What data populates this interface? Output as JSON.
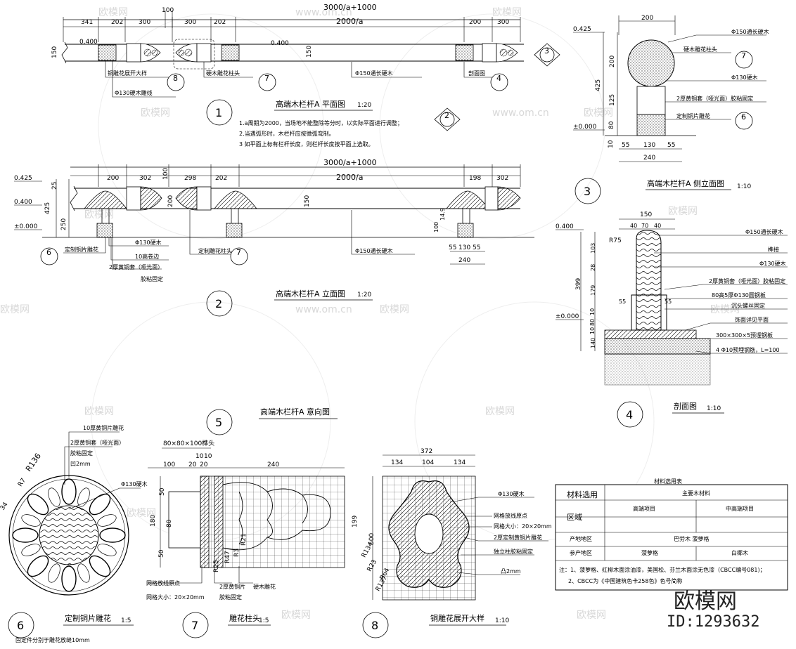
{
  "watermarks": {
    "site": "欧模网",
    "url": "www.om.cn"
  },
  "brand": {
    "logo": "欧模网",
    "id": "ID:1293632"
  },
  "view1": {
    "title": "高端木栏杆A 平面图",
    "scale": "1:20",
    "number": "1",
    "dim_top_total": "3000/a+1000",
    "dim_100": "100",
    "dims_left": [
      "341",
      "202",
      "300"
    ],
    "dims_mid": [
      "300",
      "202"
    ],
    "dim_span": "2000/a",
    "dims_right": [
      "200",
      "300"
    ],
    "elev_0400_a": "0.400",
    "elev_0400_b": "0.400",
    "dim_150_a": "150",
    "dim_150_b": "150",
    "labels": {
      "copper_flower": "铜雕花展开大样",
      "post_head": "硬木雕花柱头",
      "rail150": "Φ150通长硬木",
      "section": "剖面图",
      "wood130": "Φ130硬木雕线"
    },
    "callouts": [
      "8",
      "7",
      "4",
      "3",
      "2"
    ],
    "notes": [
      "1.a周期为2000，当场地不能整除等分时，以实际平面进行调整；",
      "2.当遇弧形时，木栏杆应按微弧弯制。",
      "3 如平面上标有栏杆长度，则栏杆长度按平面上选取。"
    ]
  },
  "view2": {
    "title": "高端木栏杆A 立面图",
    "scale": "1:20",
    "number": "2",
    "dim_top_total": "3000/a+1000",
    "dims_left": [
      "200",
      "302"
    ],
    "dims_mid": [
      "298",
      "202"
    ],
    "dim_span": "2000/a",
    "dims_right": [
      "198",
      "302"
    ],
    "dim_100": "100",
    "elev_0425": "0.425",
    "elev_0400": "0.400",
    "elev_0000": "±0.000",
    "dims_vert": [
      "25",
      "425",
      "250",
      "200",
      "150"
    ],
    "dims_bottom": [
      "55",
      "130",
      "55",
      "240"
    ],
    "dims_small": [
      "100",
      "14.9"
    ],
    "labels": {
      "copper_carve": "定制铜片雕花",
      "wood130": "Φ130硬木",
      "rebar": "10高卷边",
      "copper_sleeve": "2厚黄铜套（哑光面）",
      "glue": "胶粘固定",
      "post_head": "定制雕花柱头",
      "rail150": "Φ150通长硬木"
    },
    "callouts": [
      "6",
      "7"
    ]
  },
  "view3": {
    "title": "高端木栏杆A 侧立面图",
    "scale": "1:10",
    "number": "3",
    "dim_200": "200",
    "elev_0425": "0.425",
    "elev_0000": "±0.000",
    "dims_vert": [
      "200",
      "425",
      "125",
      "80",
      "10"
    ],
    "dims_bottom": [
      "55",
      "130",
      "55",
      "240"
    ],
    "labels": {
      "rail150": "Φ150通长硬木",
      "post_head": "硬木雕花柱头",
      "wood130": "Φ130硬木",
      "sleeve": "2厚黄铜套（哑光面）胶粘固定",
      "copper_carve": "定制铜片雕花"
    },
    "callouts": [
      "7",
      "6"
    ]
  },
  "view4": {
    "title": "剖面图",
    "scale": "1:10",
    "number": "4",
    "elev_0400": "0.400",
    "elev_0000": "±0.000",
    "dims_top": [
      "150",
      "40",
      "70",
      "40"
    ],
    "radius": "R75",
    "dims_vert": [
      "103",
      "28",
      "399",
      "179",
      "10",
      "80",
      "10",
      "140"
    ],
    "dims_side": [
      "55",
      "55"
    ],
    "labels": [
      "Φ150通长硬木",
      "榫接",
      "Φ130硬木",
      "2厚黄铜套（哑光面）胶粘固定",
      "80高5厚Φ130圆钢板",
      "沉头螺丝固定",
      "饰面详见平面",
      "300×300×5预埋钢板",
      "4 Φ10预埋钢筋，L=100"
    ]
  },
  "view5": {
    "title": "高端木栏杆A 意向图",
    "number": "5"
  },
  "view6": {
    "title": "定制铜片雕花",
    "scale": "1:5",
    "number": "6",
    "labels": {
      "carve": "10厚黄铜片雕花",
      "sleeve": "2厚黄铜套（哑光面）",
      "glue": "胶粘固定",
      "phi": "凹2mm",
      "wood": "Φ130硬木"
    },
    "radii": [
      "R136",
      "R7"
    ],
    "dim_34": "34",
    "footnote": "固定件分别于雕花放缝10mm"
  },
  "view7": {
    "title": "雕花柱头",
    "scale": "1:5",
    "number": "7",
    "dim_tenon": "80×80×100榫头",
    "dims_top": [
      "10",
      "10",
      "100",
      "20",
      "20",
      "240"
    ],
    "dims_vert": [
      "50",
      "180",
      "80",
      "50",
      "199"
    ],
    "radii": [
      "R21",
      "R3",
      "R47",
      "R25"
    ],
    "labels": {
      "grid_origin": "网格放线原点",
      "grid_size": "网格大小：20×20mm",
      "copper": "2厚黄铜片",
      "glue": "胶粘固定",
      "wood_carve": "硬木雕花"
    }
  },
  "view8": {
    "title": "铜雕花展开大样",
    "scale": "1:10",
    "number": "8",
    "dims_top": [
      "372",
      "134",
      "104",
      "134"
    ],
    "dim_500": "500",
    "radii": [
      "R134",
      "R23",
      "R64",
      "R137"
    ],
    "labels": {
      "wood": "Φ130硬木",
      "grid_origin": "网格放线原点",
      "grid_size": "网格大小：20×20mm",
      "copper": "2厚定制黄铜片雕花",
      "glue": "独立柱胶粘固定",
      "recess": "凸2mm"
    }
  },
  "table": {
    "title": "材料选用表",
    "header_left": "材料选用",
    "header_right": "主要木材料",
    "col1": "区域",
    "col2": "高端项目",
    "col3": "中高端项目",
    "row1_label": "产地地区",
    "row1_value": "巴劳木 菠萝格",
    "row2_label": "参产地区",
    "row2_v1": "菠萝格",
    "row2_v2": "白椰木",
    "note1": "注：1、菠萝格、红柳木面涂油漆，美国松、芬兰木面涂无色漆（CBCC编号081)；",
    "note2": "2、CBCC为《中国建筑色卡258色》色号简称"
  }
}
